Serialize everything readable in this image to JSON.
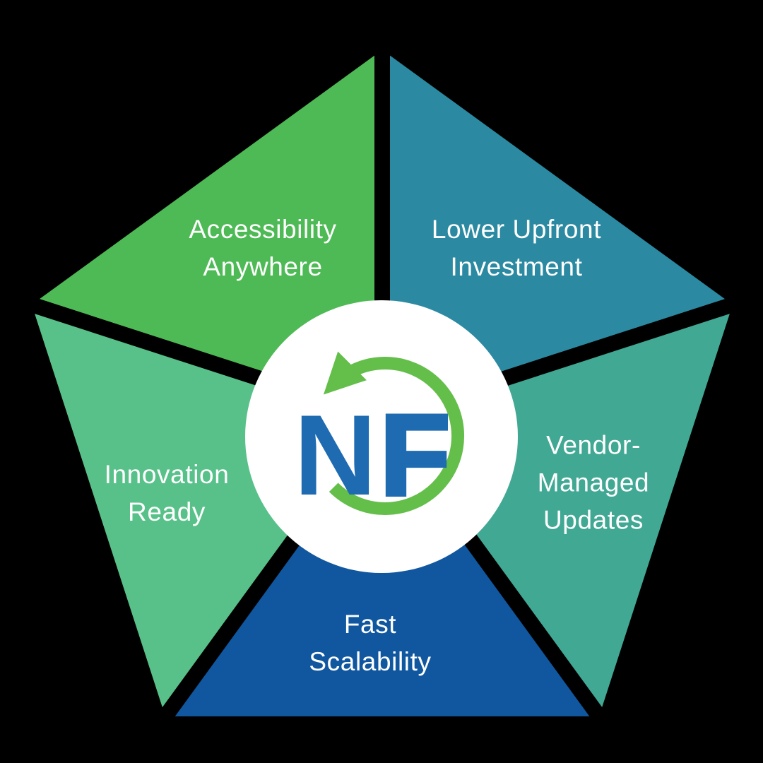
{
  "background_color": "#000000",
  "diagram": {
    "type": "pentagon-infographic",
    "segments": [
      {
        "id": "accessibility-anywhere",
        "label": "Accessibility\nAnywhere",
        "color": "#4EBA55",
        "position": "top-left"
      },
      {
        "id": "lower-upfront-investment",
        "label": "Lower Upfront\nInvestment",
        "color": "#2B8AA2",
        "position": "top-right"
      },
      {
        "id": "vendor-managed-updates",
        "label": "Vendor-\nManaged\nUpdates",
        "color": "#41A894",
        "position": "right"
      },
      {
        "id": "fast-scalability",
        "label": "Fast\nScalability",
        "color": "#10579F",
        "position": "bottom"
      },
      {
        "id": "innovation-ready",
        "label": "Innovation\nReady",
        "color": "#58C189",
        "position": "left"
      }
    ],
    "text_color": "#FFFFFF"
  },
  "logo": {
    "letter_n": "N",
    "letter_f": "F",
    "letters_color": "#1E6BB2",
    "ring_color": "#64BE4A",
    "circle_color": "#FFFFFF"
  }
}
